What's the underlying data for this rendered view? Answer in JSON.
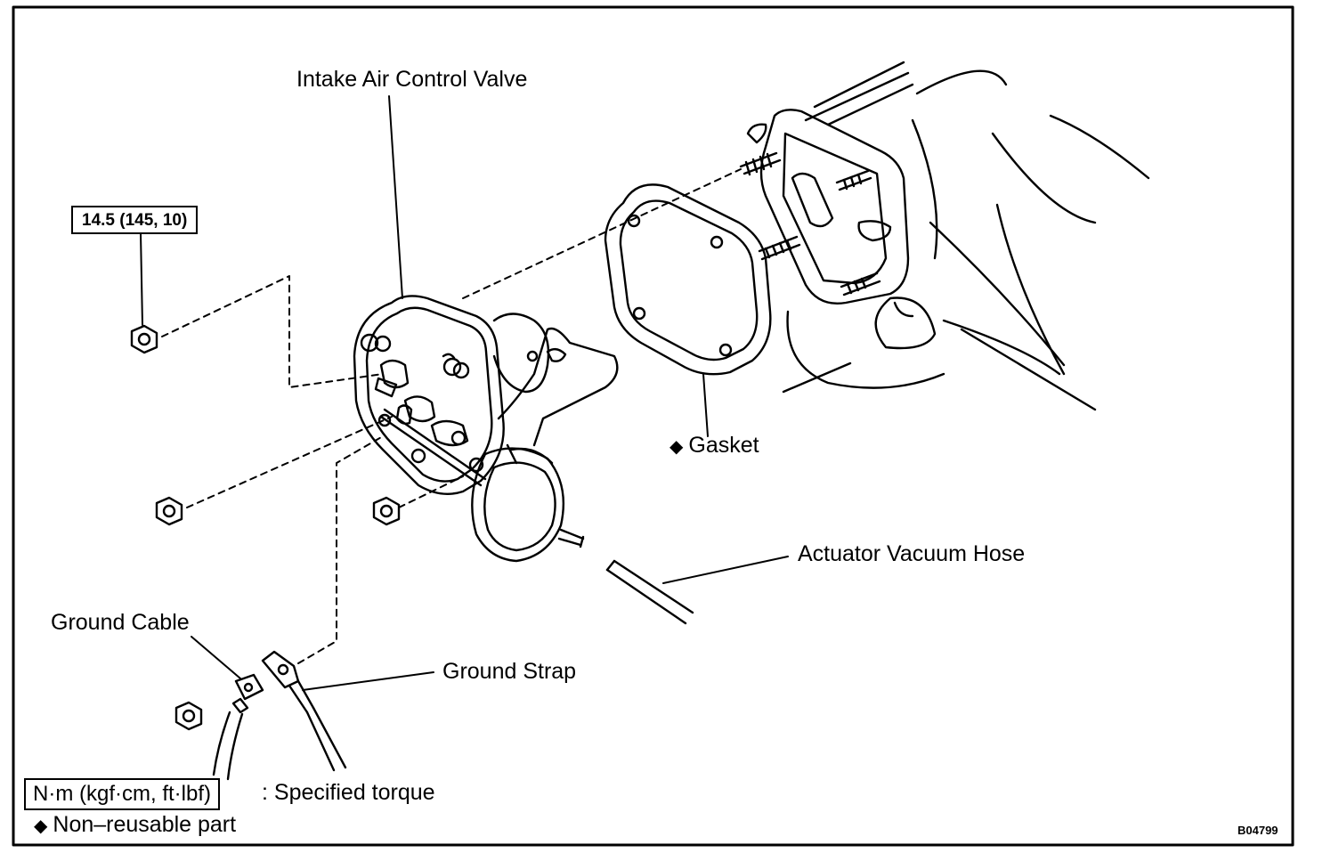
{
  "labels": {
    "intake_valve": "Intake Air Control Valve",
    "torque_value": "14.5 (145, 10)",
    "gasket": "Gasket",
    "actuator_hose": "Actuator Vacuum Hose",
    "ground_cable": "Ground Cable",
    "ground_strap": "Ground Strap"
  },
  "legend": {
    "torque_units": "N·m (kgf·cm, ft·lbf)",
    "torque_desc": ": Specified torque",
    "nonreusable_symbol": "◆",
    "nonreusable_desc": "Non–reusable part"
  },
  "figure_code": "B04799",
  "colors": {
    "ink": "#000000",
    "paper": "#ffffff"
  }
}
